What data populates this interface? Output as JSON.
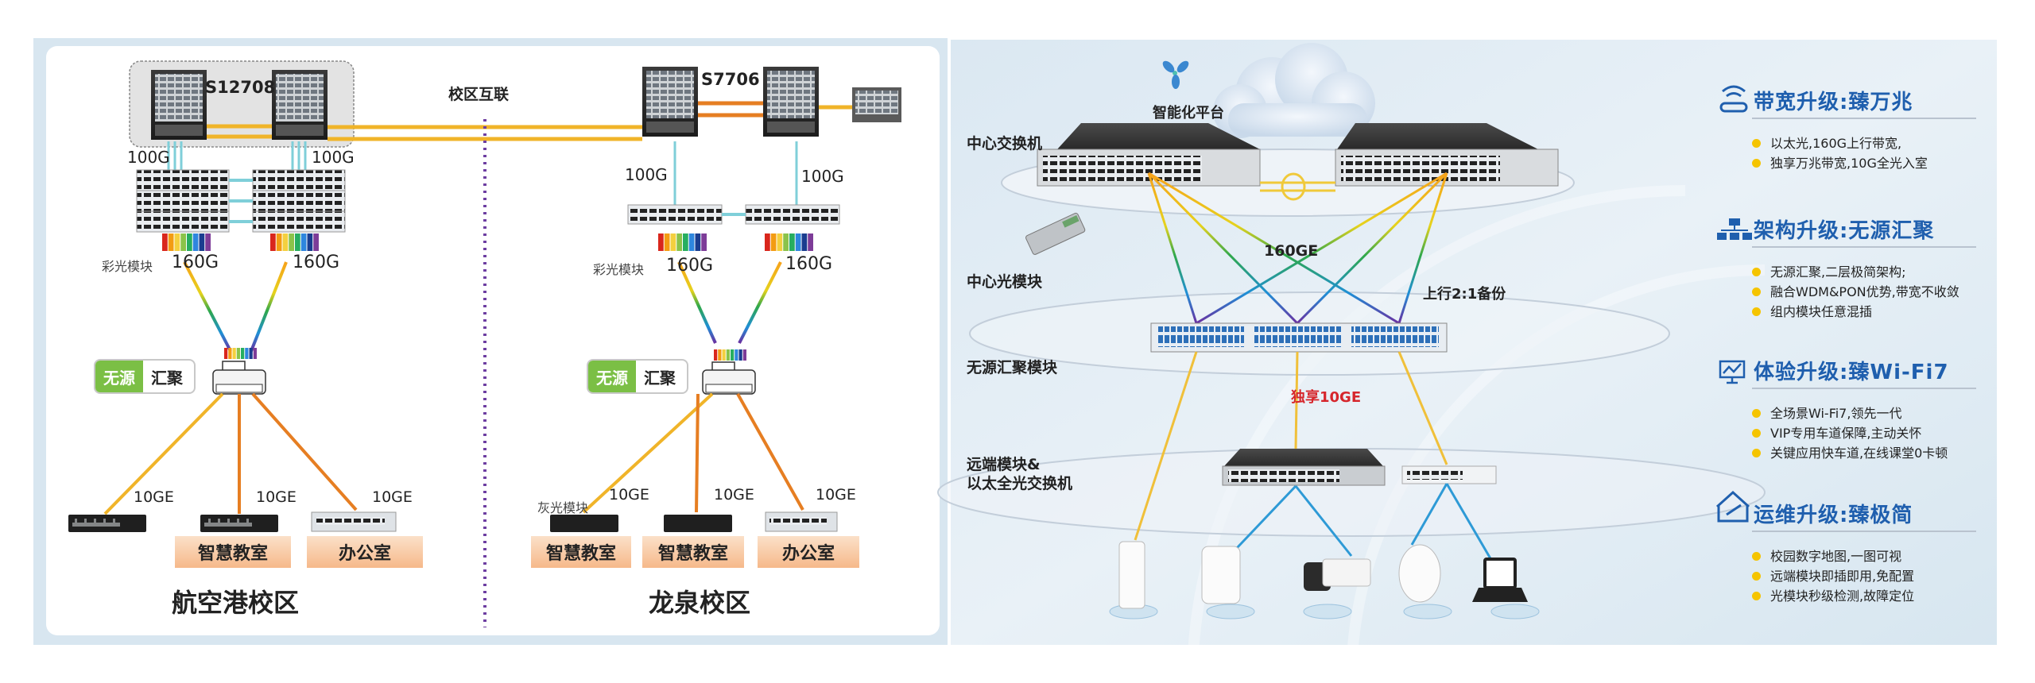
{
  "left_panel": {
    "link_label": "校区互联",
    "campus_a": {
      "name": "航空港校区",
      "core_model": "S12708",
      "uplink_left": "100G",
      "uplink_right": "100G",
      "color_module_label": "彩光模块",
      "color_speed_left": "160G",
      "color_speed_right": "160G",
      "passive_tag_green": "无源",
      "passive_tag_white": "汇聚",
      "access": [
        {
          "speed": "10GE",
          "room": ""
        },
        {
          "speed": "10GE",
          "room": "智慧教室"
        },
        {
          "speed": "10GE",
          "room": "办公室"
        }
      ]
    },
    "campus_b": {
      "name": "龙泉校区",
      "core_model": "S7706",
      "uplink_left": "100G",
      "uplink_right": "100G",
      "color_module_label": "彩光模块",
      "color_speed_left": "160G",
      "color_speed_right": "160G",
      "passive_tag_green": "无源",
      "passive_tag_white": "汇聚",
      "gray_module_label": "灰光模块",
      "access": [
        {
          "speed": "10GE",
          "room": "智慧教室"
        },
        {
          "speed": "10GE",
          "room": "智慧教室"
        },
        {
          "speed": "10GE",
          "room": "办公室"
        }
      ]
    }
  },
  "right_panel": {
    "cloud_label": "智能化平台",
    "layer_labels": {
      "core_switch": "中心交换机",
      "core_optics": "中心光模块",
      "passive_agg": "无源汇聚模块",
      "remote": "远端模块&",
      "remote_2": "以太全光交换机"
    },
    "link_160": "160GE",
    "uplink_backup": "上行2:1备份",
    "exclusive": "独享10GE",
    "colors": {
      "accent_blue": "#1f5fae",
      "bullet": "#f5c400",
      "exclusive_red": "#d6262c"
    },
    "features": [
      {
        "icon": "wifi-router-icon",
        "title": "带宽升级:臻万兆",
        "items": [
          "以太光,160G上行带宽,",
          "独享万兆带宽,10G全光入室"
        ]
      },
      {
        "icon": "hierarchy-icon",
        "title": "架构升级:无源汇聚",
        "items": [
          "无源汇聚,二层极简架构;",
          "融合WDM&PON优势,带宽不收敛",
          "组内模块任意混插"
        ]
      },
      {
        "icon": "monitor-chart-icon",
        "title": "体验升级:臻Wi-Fi7",
        "items": [
          "全场景Wi-Fi7,领先一代",
          "VIP专用车道保障,主动关怀",
          "关键应用快车道,在线课堂0卡顿"
        ]
      },
      {
        "icon": "house-wrench-icon",
        "title": "运维升级:臻极简",
        "items": [
          "校园数字地图,一图可视",
          "远端模块即插即用,免配置",
          "光模块秒级检测,故障定位"
        ]
      }
    ]
  }
}
